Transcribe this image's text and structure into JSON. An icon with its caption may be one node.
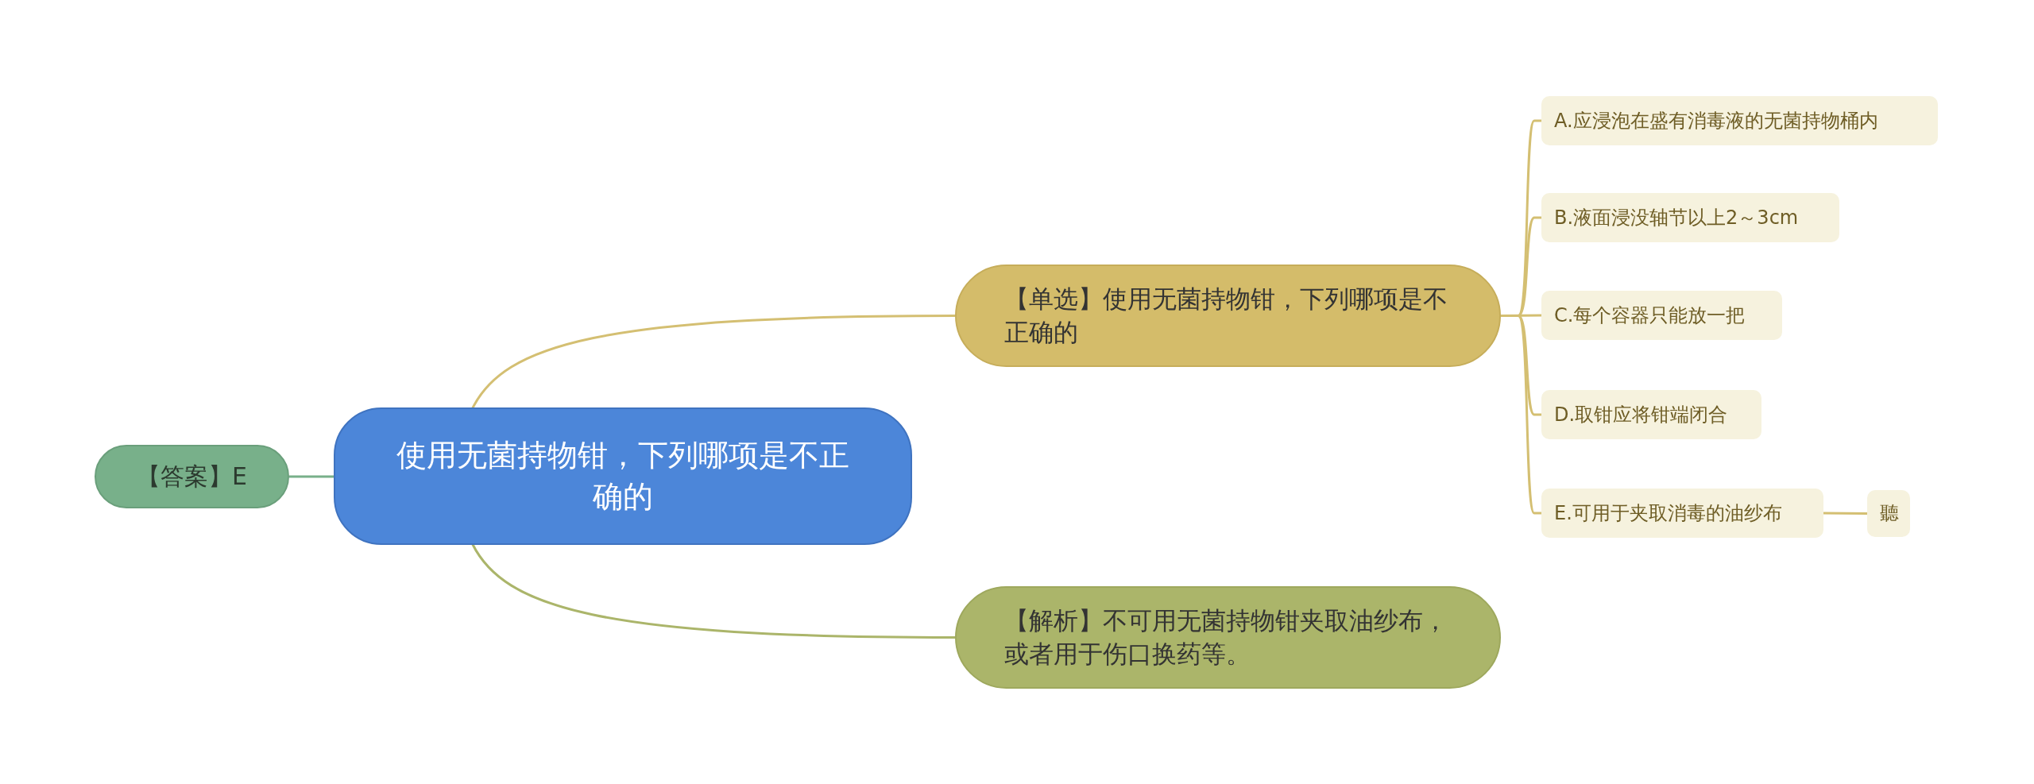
{
  "diagram": {
    "nodes": [
      {
        "text": [
          "使用无菌持物钳，下列哪项是不正确的"
        ]
      },
      {
        "text": [
          "【答案】E"
        ]
      },
      {
        "text": [
          "【单选】使用无菌持物钳，下列哪项是不正确的"
        ]
      },
      {
        "text": [
          "A.应浸泡在盛有消毒液的无菌持物桶内"
        ]
      },
      {
        "text": [
          "B.液面浸没轴节以上2～3cm"
        ]
      },
      {
        "text": [
          "C.每个容器只能放一把"
        ]
      },
      {
        "text": [
          "D.取钳应将钳端闭合"
        ]
      },
      {
        "text": [
          "E.可用于夹取消毒的油纱布"
        ]
      },
      {
        "text": [
          "聽"
        ]
      },
      {
        "text": [
          "【解析】不可用无菌持物钳夹取油纱布，或者用于伤口换药等。"
        ]
      }
    ],
    "edges": [
      {
        "from": 0,
        "to": 1,
        "arrow": "none",
        "color": "#78b08a"
      },
      {
        "from": 0,
        "to": 2,
        "arrow": "none"
      },
      {
        "from": 2,
        "to": 3,
        "arrow": "none"
      },
      {
        "from": 2,
        "to": 4,
        "arrow": "none"
      },
      {
        "from": 2,
        "to": 5,
        "arrow": "none"
      },
      {
        "from": 2,
        "to": 6,
        "arrow": "none"
      },
      {
        "from": 2,
        "to": 7,
        "arrow": "none"
      },
      {
        "from": 7,
        "to": 8,
        "arrow": "none"
      },
      {
        "from": 0,
        "to": 9,
        "arrow": "none",
        "color": "#abb56a"
      }
    ]
  }
}
